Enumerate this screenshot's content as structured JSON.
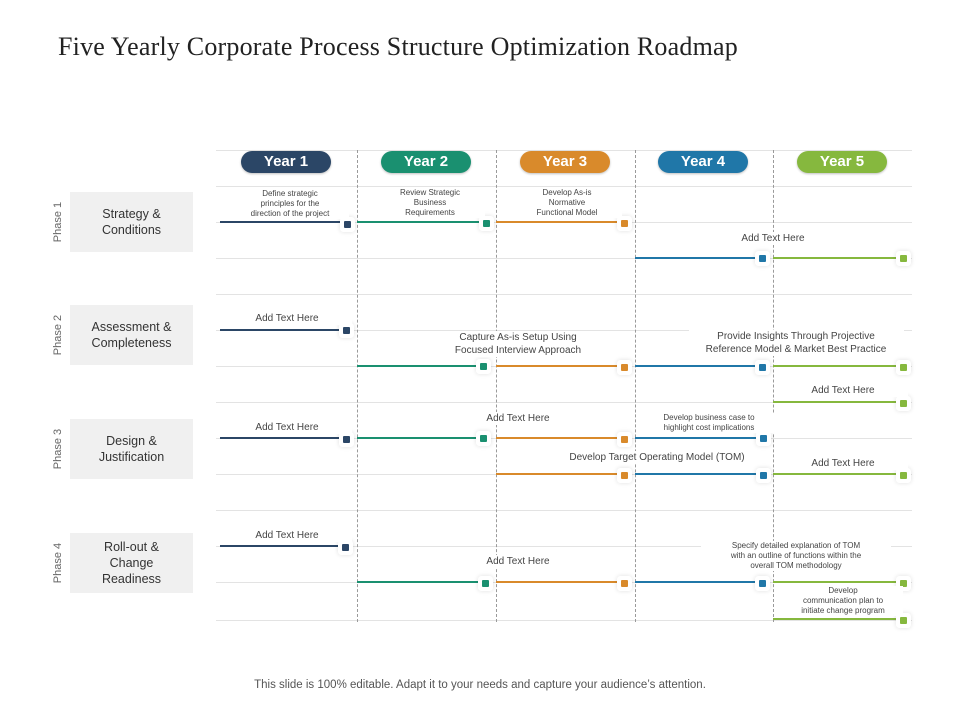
{
  "title": "Five Yearly Corporate Process Structure Optimization Roadmap",
  "footer": "This slide is 100% editable. Adapt it to your needs and capture your audience’s attention.",
  "colors": {
    "year1": "#2b4666",
    "year2": "#1a9070",
    "year3": "#d98a2b",
    "year4": "#2077a8",
    "year5": "#86b83e"
  },
  "years": [
    "Year 1",
    "Year 2",
    "Year 3",
    "Year 4",
    "Year 5"
  ],
  "phases": [
    {
      "tag": "Phase 1",
      "name": "Strategy &\nConditions"
    },
    {
      "tag": "Phase 2",
      "name": "Assessment &\nCompleteness"
    },
    {
      "tag": "Phase 3",
      "name": "Design &\nJustification"
    },
    {
      "tag": "Phase 4",
      "name": "Roll-out &\nChange\nReadiness"
    }
  ],
  "labels": [
    "Define strategic\nprinciples for the\ndirection of the project",
    "Review Strategic\nBusiness\nRequirements",
    "Develop As-is\nNormative\nFunctional Model",
    "Add Text Here",
    "Add Text Here",
    "Capture As-is Setup Using\nFocused Interview Approach",
    "Provide Insights Through Projective\nReference Model & Market Best Practice",
    "Add Text Here",
    "Add Text Here",
    "Add Text Here",
    "Develop business case to\nhighlight cost implications",
    "Develop Target Operating Model (TOM)",
    "Add Text Here",
    "Add Text Here",
    "Specify detailed explanation of TOM\nwith an outline of functions within the\noverall TOM methodology",
    "Add Text Here",
    "Develop\ncommunication plan to\ninitiate change program"
  ]
}
